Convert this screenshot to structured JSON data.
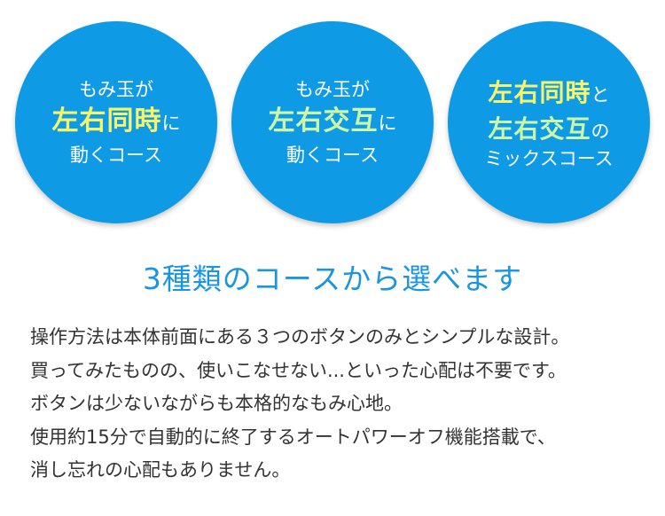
{
  "circles": [
    {
      "line1": "もみ玉が",
      "highlight": "左右同時",
      "suffix": "に",
      "line3": "動くコース",
      "highlight_color": "#f6f56a"
    },
    {
      "line1": "もみ玉が",
      "highlight": "左右交互",
      "suffix": "に",
      "line3": "動くコース",
      "highlight_color": "#cdf7a6"
    },
    {
      "highlight_a": "左右同時",
      "suffix_a": "と",
      "highlight_b": "左右交互",
      "suffix_b": "の",
      "line3": "ミックスコース",
      "highlight_a_color": "#f6f56a",
      "highlight_b_color": "#cdf7a6"
    }
  ],
  "colors": {
    "circle_bg": "#0f9ae6",
    "heading": "#1995e2",
    "body_text": "#333333"
  },
  "heading": "3種類のコースから選べます",
  "body_lines": [
    "操作方法は本体前面にある３つのボタンのみとシンプルな設計。",
    "買ってみたものの、使いこなせない...といった心配は不要です。",
    "ボタンは少ないながらも本格的なもみ心地。",
    "使用約15分で自動的に終了するオートパワーオフ機能搭載で、",
    "消し忘れの心配もありません。"
  ]
}
